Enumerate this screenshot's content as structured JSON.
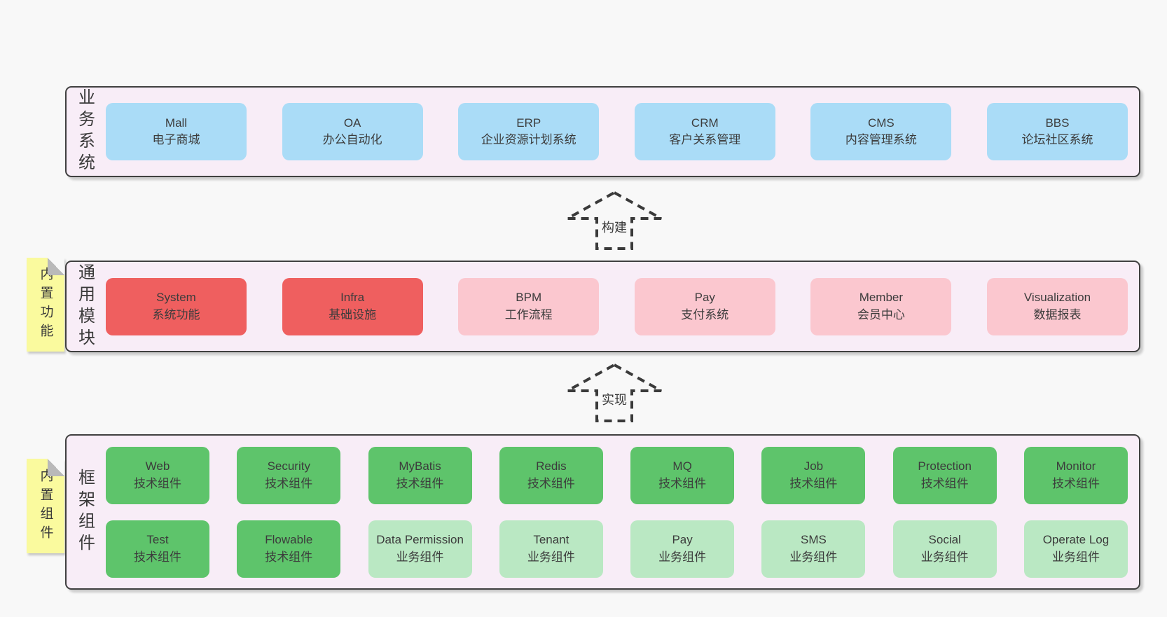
{
  "colors": {
    "page_bg": "#f8f8f8",
    "section_bg": "#f8edf7",
    "section_border": "#404040",
    "blue_box": "#aadcf7",
    "red_box": "#ef5f5f",
    "pink_box": "#fbc7cf",
    "green_box": "#5ec46b",
    "light_green_box": "#bae8c3",
    "note_yellow": "#fafa9e",
    "note_fold_gray": "#b9b9b9",
    "text": "#3b3b3b"
  },
  "arrows": [
    {
      "label": "构建"
    },
    {
      "label": "实现"
    }
  ],
  "sections": [
    {
      "label": "业务系统",
      "boxes": [
        {
          "name": "Mall",
          "desc": "电子商城"
        },
        {
          "name": "OA",
          "desc": "办公自动化"
        },
        {
          "name": "ERP",
          "desc": "企业资源计划系统"
        },
        {
          "name": "CRM",
          "desc": "客户关系管理"
        },
        {
          "name": "CMS",
          "desc": "内容管理系统"
        },
        {
          "name": "BBS",
          "desc": "论坛社区系统"
        }
      ]
    },
    {
      "label": "通用模块",
      "note": "内置功能",
      "boxes": [
        {
          "name": "System",
          "desc": "系统功能"
        },
        {
          "name": "Infra",
          "desc": "基础设施"
        },
        {
          "name": "BPM",
          "desc": "工作流程"
        },
        {
          "name": "Pay",
          "desc": "支付系统"
        },
        {
          "name": "Member",
          "desc": "会员中心"
        },
        {
          "name": "Visualization",
          "desc": "数据报表"
        }
      ]
    },
    {
      "label": "框架组件",
      "note": "内置组件",
      "rows": [
        [
          {
            "name": "Web",
            "desc": "技术组件"
          },
          {
            "name": "Security",
            "desc": "技术组件"
          },
          {
            "name": "MyBatis",
            "desc": "技术组件"
          },
          {
            "name": "Redis",
            "desc": "技术组件"
          },
          {
            "name": "MQ",
            "desc": "技术组件"
          },
          {
            "name": "Job",
            "desc": "技术组件"
          },
          {
            "name": "Protection",
            "desc": "技术组件"
          },
          {
            "name": "Monitor",
            "desc": "技术组件"
          }
        ],
        [
          {
            "name": "Test",
            "desc": "技术组件"
          },
          {
            "name": "Flowable",
            "desc": "技术组件"
          },
          {
            "name": "Data Permission",
            "desc": "业务组件"
          },
          {
            "name": "Tenant",
            "desc": "业务组件"
          },
          {
            "name": "Pay",
            "desc": "业务组件"
          },
          {
            "name": "SMS",
            "desc": "业务组件"
          },
          {
            "name": "Social",
            "desc": "业务组件"
          },
          {
            "name": "Operate Log",
            "desc": "业务组件"
          }
        ]
      ]
    }
  ]
}
